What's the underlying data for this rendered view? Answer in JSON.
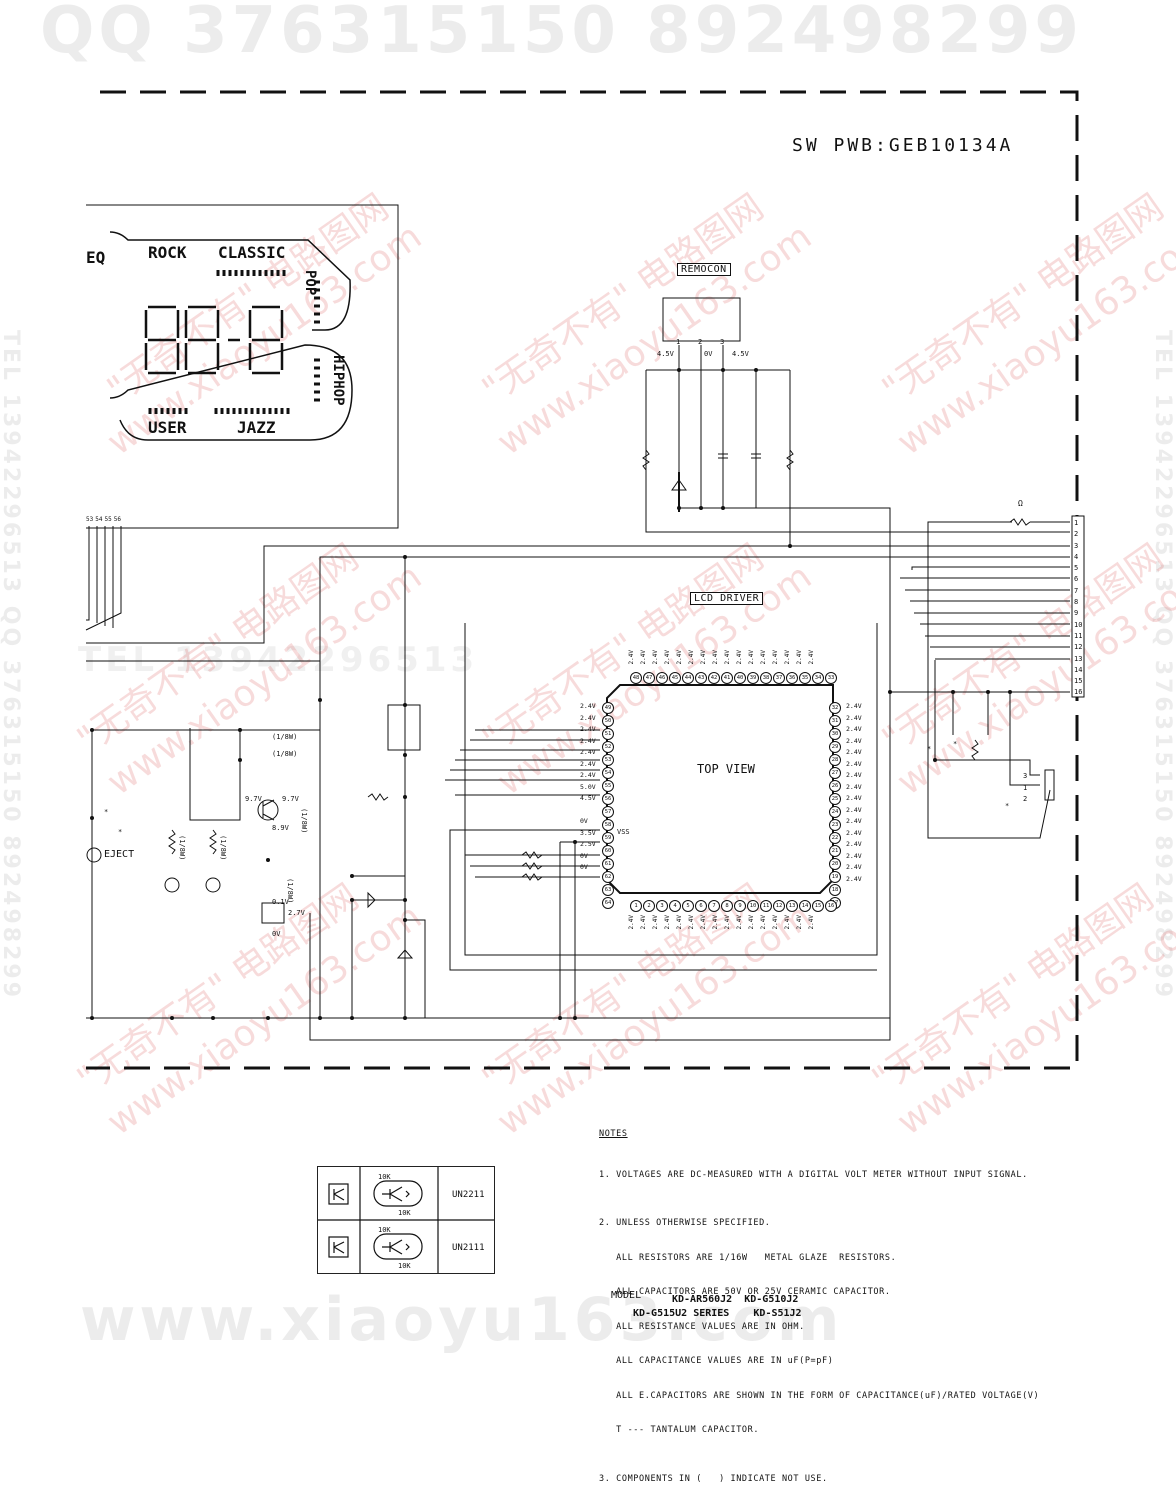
{
  "watermarks": {
    "top": "QQ 376315150  892498299",
    "bottom": "www.xiaoyu163.com",
    "side_left": "TEL 13942296513  QQ 376315150  892498299",
    "side_right": "TEL 13942296513  QQ 376315150  892498299",
    "diagonal_cn": "\"无奇不有\" 电路图网",
    "diagonal_url": "www.xiaoyu163.com",
    "mid_strip": "TEL 13942296513"
  },
  "board_title": "SW PWB:GEB10134A",
  "lcd_panel": {
    "labels": [
      "EQ",
      "ROCK",
      "CLASSIC",
      "POP",
      "HIPHOP",
      "USER",
      "JAZZ"
    ],
    "digits": "88-8",
    "pins": [
      "53",
      "54",
      "55",
      "56"
    ]
  },
  "remocon": {
    "label": "REMOCON",
    "pins": [
      "1",
      "2",
      "3"
    ],
    "voltages": [
      "4.5V",
      "0V",
      "4.5V"
    ]
  },
  "lcd_driver": {
    "label": "LCD DRIVER",
    "center_text": "TOP VIEW",
    "vss_label": "VSS",
    "top_pins": [
      "48",
      "47",
      "46",
      "45",
      "44",
      "43",
      "42",
      "41",
      "40",
      "39",
      "38",
      "37",
      "36",
      "35",
      "34",
      "33"
    ],
    "left_pins": [
      "49",
      "50",
      "51",
      "52",
      "53",
      "54",
      "55",
      "56",
      "57",
      "58",
      "59",
      "60",
      "61",
      "62",
      "63",
      "64"
    ],
    "right_pins": [
      "32",
      "31",
      "30",
      "29",
      "28",
      "27",
      "26",
      "25",
      "24",
      "23",
      "22",
      "21",
      "20",
      "19",
      "18",
      "17"
    ],
    "bottom_pins": [
      "1",
      "2",
      "3",
      "4",
      "5",
      "6",
      "7",
      "8",
      "9",
      "10",
      "11",
      "12",
      "13",
      "14",
      "15",
      "16"
    ],
    "pin_voltage": "2.4V",
    "left_voltages": [
      "2.4V",
      "2.4V",
      "2.4V",
      "2.4V",
      "2.4V",
      "2.4V",
      "2.4V",
      "5.0V",
      "4.5V",
      "",
      "0V",
      "3.5V",
      "2.5V",
      "0V",
      "0V"
    ]
  },
  "connector": {
    "pins": [
      "1",
      "2",
      "3",
      "4",
      "5",
      "6",
      "7",
      "8",
      "9",
      "10",
      "11",
      "12",
      "13",
      "14",
      "15",
      "16"
    ],
    "omega_label": "Ω"
  },
  "transistor_circuit": {
    "labels": [
      "(1/8W)",
      "(1/8W)",
      "9.7V",
      "9.7V",
      "8.9V",
      "0.1V",
      "2.7V",
      "0V",
      "(1/8W)",
      "(1/8W)",
      "(1/8W)",
      "(1/8W)"
    ],
    "eject_label": "EJECT",
    "star": "*"
  },
  "encoder_pins": [
    "3",
    "1",
    "2"
  ],
  "notes": {
    "heading": "NOTES",
    "items": [
      "1. VOLTAGES ARE DC-MEASURED WITH A DIGITAL VOLT METER WITHOUT INPUT SIGNAL.",
      "2. UNLESS OTHERWISE SPECIFIED.",
      "   ALL RESISTORS ARE 1/16W   METAL GLAZE  RESISTORS.",
      "   ALL CAPACITORS ARE 50V OR 25V CERAMIC CAPACITOR.",
      "   ALL RESISTANCE VALUES ARE IN OHM.",
      "   ALL CAPACITANCE VALUES ARE IN uF(P=pF)",
      "   ALL E.CAPACITORS ARE SHOWN IN THE FORM OF CAPACITANCE(uF)/RATED VOLTAGE(V)",
      "   T --- TANTALUM CAPACITOR.",
      "3. COMPONENTS IN (   ) INDICATE NOT USE."
    ]
  },
  "transistor_table": {
    "rows": [
      {
        "r_top": "10K",
        "r_bottom": "10K",
        "part": "UN2211"
      },
      {
        "r_top": "10K",
        "r_bottom": "10K",
        "part": "UN2111"
      }
    ]
  },
  "model": {
    "label": "MODEL",
    "line1": "KD-AR560J2  KD-G510J2",
    "line2": "KD-G515U2 SERIES    KD-S51J2"
  }
}
